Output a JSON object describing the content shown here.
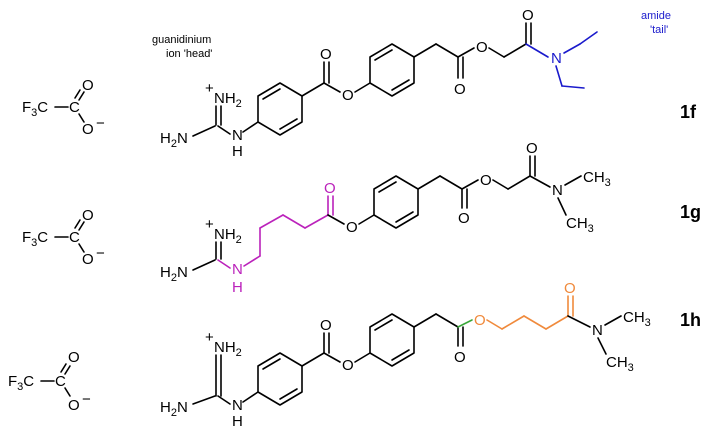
{
  "annotations": {
    "head_line1": "guanidinium",
    "head_line2": "ion 'head'",
    "tail_line1": "amide",
    "tail_line2": "'tail'"
  },
  "compounds": [
    {
      "label": "1f"
    },
    {
      "label": "1g"
    },
    {
      "label": "1h"
    }
  ],
  "atoms": {
    "F3C_F": "F",
    "F3C_3": "3",
    "F3C_C": "C",
    "C": "C",
    "O": "O",
    "minus": "−",
    "plus": "+",
    "NH": "NH",
    "two": "2",
    "H2N_H": "H",
    "H2N_N": "N",
    "H": "H",
    "N": "N",
    "CH": "CH",
    "three": "3"
  },
  "colors": {
    "default": "#000000",
    "tail_blue": "#1a1acc",
    "linker_magenta": "#bb22bb",
    "ester_orange": "#f08a3c",
    "ester_green": "#3aa83a"
  }
}
